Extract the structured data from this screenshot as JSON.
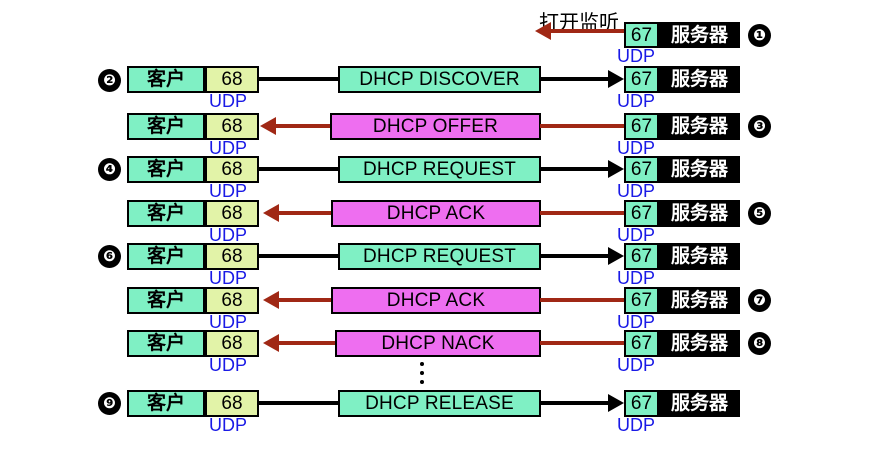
{
  "diagram": {
    "title_note": "打开监听",
    "labels": {
      "client": "客户",
      "server": "服务器",
      "client_port": "68",
      "server_port": "67",
      "udp": "UDP"
    },
    "colors": {
      "client_box": "#7ff0c4",
      "client_port_box": "#e2f3a8",
      "server_port_box": "#7ff0c4",
      "server_box": "#000000",
      "forward_msg_box": "#7ff0c4",
      "reverse_msg_box": "#ee6ef0",
      "forward_line": "#000000",
      "reverse_line": "#a02815",
      "udp_text": "#1a1ae6",
      "background": "#ffffff"
    },
    "steps": [
      {
        "num": "❶",
        "num_side": "right",
        "message": "打开监听",
        "direction": "left",
        "has_client": false,
        "has_server": true,
        "kind": "note"
      },
      {
        "num": "❷",
        "num_side": "left",
        "message": "DHCP DISCOVER",
        "direction": "right",
        "has_client": true,
        "has_server": true,
        "kind": "forward"
      },
      {
        "num": "❸",
        "num_side": "right",
        "message": "DHCP OFFER",
        "direction": "left",
        "has_client": true,
        "has_server": true,
        "kind": "reverse"
      },
      {
        "num": "❹",
        "num_side": "left",
        "message": "DHCP REQUEST",
        "direction": "right",
        "has_client": true,
        "has_server": true,
        "kind": "forward"
      },
      {
        "num": "❺",
        "num_side": "right",
        "message": "DHCP ACK",
        "direction": "left",
        "has_client": true,
        "has_server": true,
        "kind": "reverse"
      },
      {
        "num": "❻",
        "num_side": "left",
        "message": "DHCP REQUEST",
        "direction": "right",
        "has_client": true,
        "has_server": true,
        "kind": "forward"
      },
      {
        "num": "❼",
        "num_side": "right",
        "message": "DHCP ACK",
        "direction": "left",
        "has_client": true,
        "has_server": true,
        "kind": "reverse"
      },
      {
        "num": "❽",
        "num_side": "right",
        "message": "DHCP NACK",
        "direction": "left",
        "has_client": true,
        "has_server": true,
        "kind": "reverse"
      },
      {
        "num": "❾",
        "num_side": "left",
        "message": "DHCP RELEASE",
        "direction": "right",
        "has_client": true,
        "has_server": true,
        "kind": "forward"
      }
    ],
    "ellipsis": "⋮"
  }
}
